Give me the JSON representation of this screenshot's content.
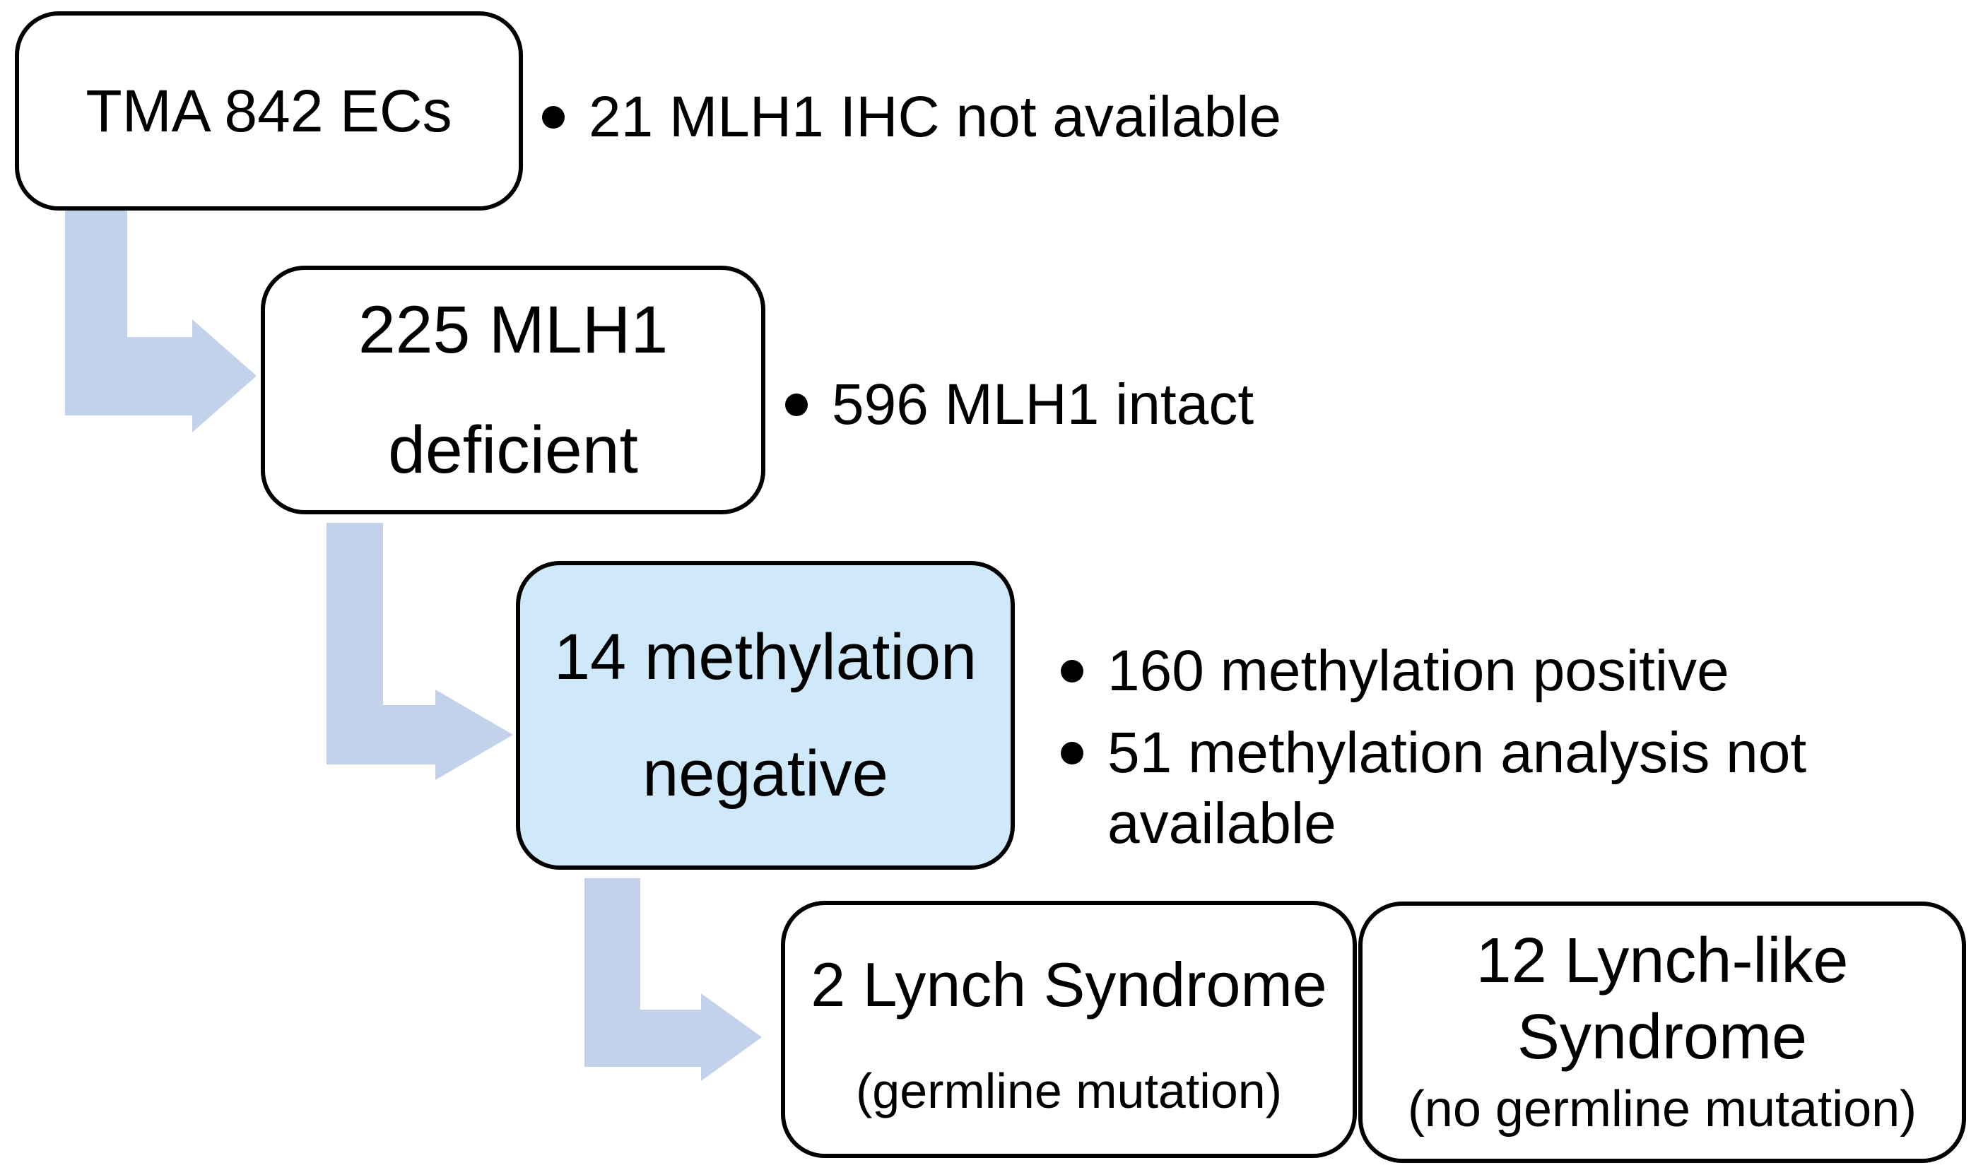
{
  "figure": {
    "type": "flowchart"
  },
  "colors": {
    "background": "#ffffff",
    "box_fill": "#ffffff",
    "box_border": "#000000",
    "highlight_box_fill": "#cfe9fb",
    "arrow_fill": "#c2d2eb",
    "text": "#000000",
    "bullet_dot": "#000000"
  },
  "nodes": {
    "tma": {
      "lines": [
        "TMA 842 ECs"
      ]
    },
    "mlh1_deficient": {
      "lines": [
        "225 MLH1",
        "deficient"
      ]
    },
    "methylation_negative": {
      "lines": [
        "14 methylation",
        "negative"
      ]
    },
    "lynch_syndrome": {
      "title": "2 Lynch Syndrome",
      "subtitle": "(germline mutation)"
    },
    "lynch_like_syndrome": {
      "lines": [
        "12 Lynch-like",
        "Syndrome"
      ],
      "subtitle": "(no germline mutation)"
    }
  },
  "bullets": {
    "ihc_not_available": "21 MLH1 IHC not available",
    "mlh1_intact": "596 MLH1 intact",
    "methylation_positive": "160 methylation positive",
    "methylation_analysis_line1": "51 methylation analysis not",
    "methylation_analysis_line2": "available"
  }
}
